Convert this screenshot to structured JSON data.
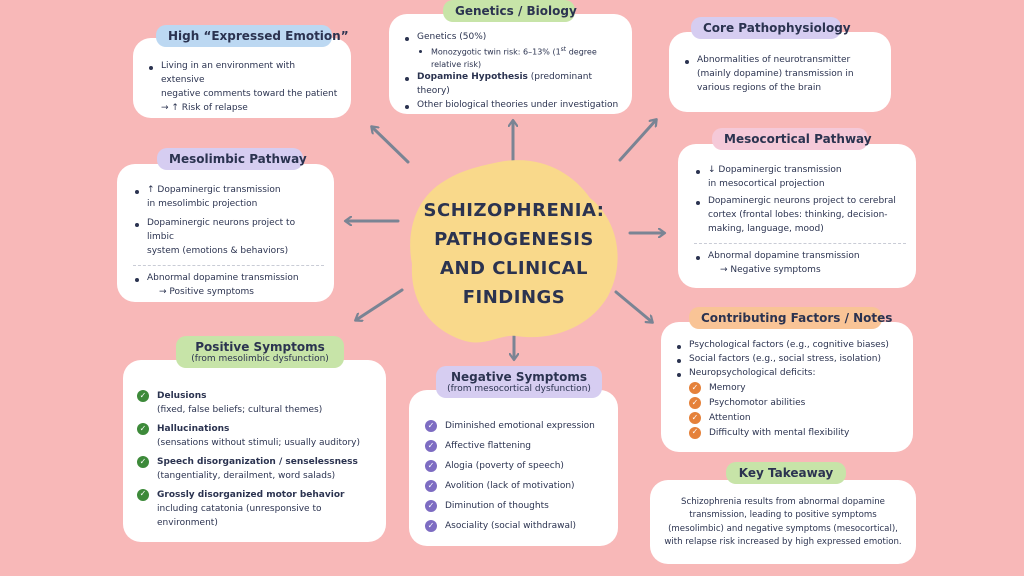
{
  "title": "SCHIZOPHRENIA:\nPATHOGENESIS\nAND CLINICAL\nFINDINGS",
  "title_lines": [
    "SCHIZOPHRENIA:",
    "PATHOGENESIS",
    "AND CLINICAL",
    "FINDINGS"
  ],
  "colors": {
    "background": "#f8b8b8",
    "blob": "#f9d98b",
    "blue_tag": "#bcd8f2",
    "green_tag": "#c7e4a8",
    "purple_tag": "#d6cdf1",
    "pink_tag": "#f5c9d8",
    "orange_tag": "#f9c496",
    "check_green": "#3d8a3a",
    "check_purple": "#7d6cc2",
    "check_orange": "#e5813a",
    "arrow": "#7a8494"
  },
  "expressed_emotion": {
    "tag": "High “Expressed Emotion”",
    "line1": "Living in an environment with extensive",
    "line2": "negative comments toward the patient",
    "line3": "→ ↑ Risk of relapse"
  },
  "genetics": {
    "tag": "Genetics / Biology",
    "item1": "Genetics (50%)",
    "sub1_pre": "Monozygotic twin risk: 6–13% (1",
    "sub1_sup": "st",
    "sub1_post": " degree",
    "sub1_line2": "relative risk)",
    "item2_bold": "Dopamine Hypothesis",
    "item2_rest": " (predominant theory)",
    "item3": "Other biological theories under investigation"
  },
  "core": {
    "tag": "Core Pathophysiology",
    "line1": "Abnormalities of neurotransmitter",
    "line2": "(mainly dopamine) transmission in",
    "line3": "various regions of the brain"
  },
  "mesolimbic": {
    "tag": "Mesolimbic Pathway",
    "item1_l1": "↑ Dopaminergic transmission",
    "item1_l2": "in mesolimbic projection",
    "item2_l1": "Dopaminergic neurons project to limbic",
    "item2_l2": "system (emotions & behaviors)",
    "item3_l1": "Abnormal dopamine transmission",
    "item3_l2": "→ Positive symptoms"
  },
  "mesocortical": {
    "tag": "Mesocortical Pathway",
    "item1_l1": "↓ Dopaminergic transmission",
    "item1_l2": "in mesocortical projection",
    "item2_l1": "Dopaminergic neurons project to cerebral",
    "item2_l2": "cortex (frontal lobes: thinking, decision-",
    "item2_l3": "making, language, mood)",
    "item3_l1": "Abnormal dopamine transmission",
    "item3_l2": "→ Negative symptoms"
  },
  "positive": {
    "tag_l1": "Positive Symptoms",
    "tag_l2": "(from mesolimbic dysfunction)",
    "items": [
      {
        "head": "Delusions",
        "desc": "(fixed, false beliefs; cultural themes)"
      },
      {
        "head": "Hallucinations",
        "desc": "(sensations without stimuli; usually auditory)"
      },
      {
        "head": "Speech disorganization / senselessness",
        "desc": "(tangentiality, derailment, word salads)"
      },
      {
        "head": "Grossly disorganized motor behavior",
        "desc": "including catatonia (unresponsive to environment)"
      }
    ]
  },
  "negative": {
    "tag_l1": "Negative Symptoms",
    "tag_l2": "(from mesocortical dysfunction)",
    "items": [
      "Diminished emotional expression",
      "Affective flattening",
      "Alogia (poverty of speech)",
      "Avolition (lack of motivation)",
      "Diminution of thoughts",
      "Asociality (social withdrawal)"
    ]
  },
  "contributing": {
    "tag": "Contributing Factors / Notes",
    "item1": "Psychological factors (e.g., cognitive biases)",
    "item2": "Social factors (e.g., social stress, isolation)",
    "item3": "Neuropsychological deficits:",
    "subs": [
      "Memory",
      "Psychomotor abilities",
      "Attention",
      "Difficulty with mental flexibility"
    ]
  },
  "takeaway": {
    "tag": "Key Takeaway",
    "line1": "Schizophrenia results from abnormal dopamine",
    "line2": "transmission, leading to positive symptoms",
    "line3": "(mesolimbic) and negative symptoms (mesocortical),",
    "line4": "with relapse risk increased by high expressed emotion."
  }
}
